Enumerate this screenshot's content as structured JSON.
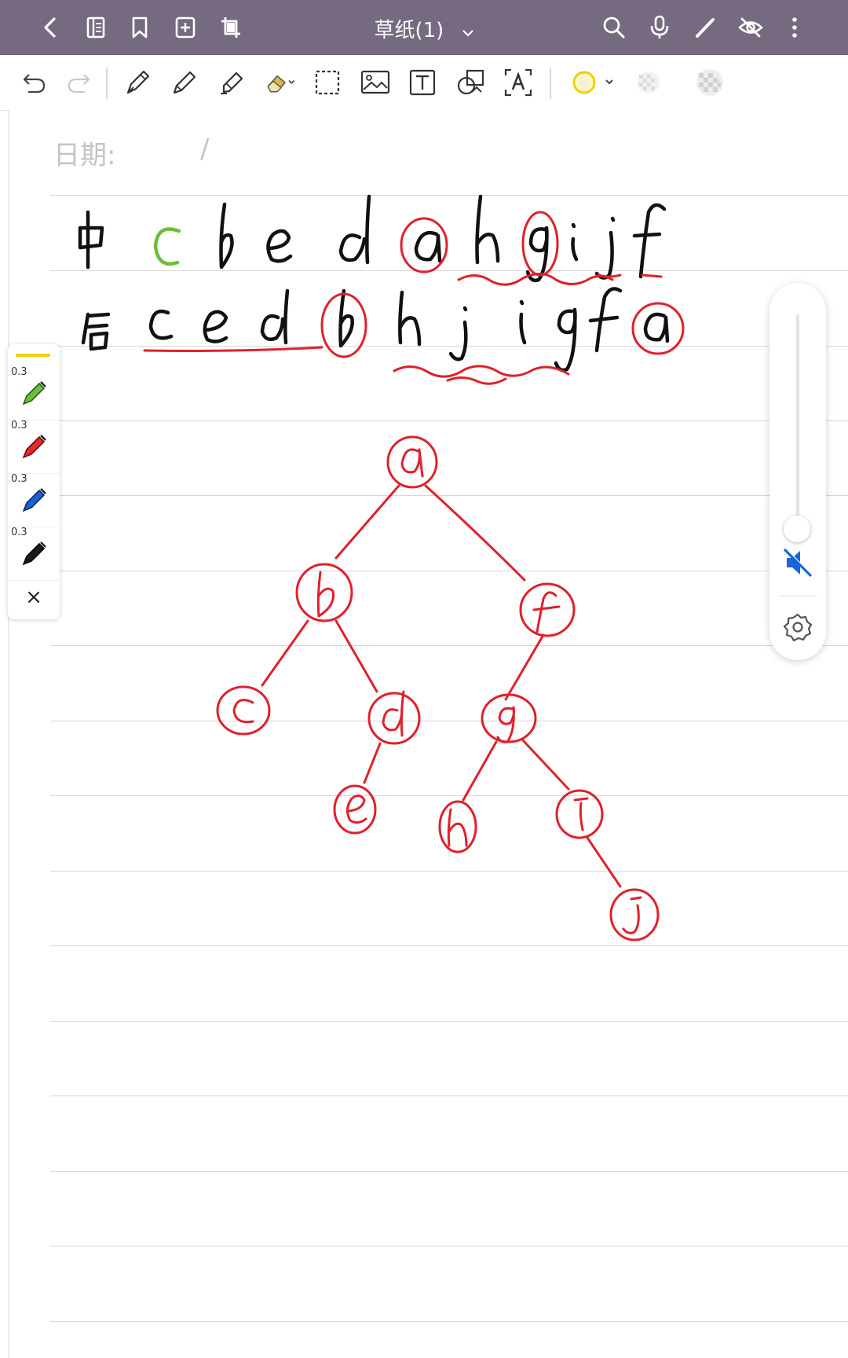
{
  "topbar": {
    "title": "草纸(1)",
    "icons": [
      "back-icon",
      "page-list-icon",
      "bookmark-icon",
      "add-page-icon",
      "crop-icon",
      "chevron-down-icon",
      "search-icon",
      "microphone-icon",
      "pen-icon",
      "hide-eye-icon",
      "more-icon"
    ]
  },
  "toolbar": {
    "icons": [
      "undo-icon",
      "redo-icon",
      "fountain-pen-icon",
      "pencil-icon",
      "highlighter-icon",
      "eraser-icon",
      "lasso-select-icon",
      "image-icon",
      "text-box-icon",
      "shape-icon",
      "text-recognition-icon",
      "color-picker-icon",
      "checker-icon"
    ]
  },
  "page": {
    "date_label": "日期:",
    "date_separator": "/"
  },
  "pen_panel": {
    "pens": [
      {
        "size": "0.3",
        "color": "#6bbf3a"
      },
      {
        "size": "0.3",
        "color": "#e02b2b"
      },
      {
        "size": "0.3",
        "color": "#1c5fd6"
      },
      {
        "size": "0.3",
        "color": "#1a1a1a"
      }
    ],
    "close_label": "×"
  },
  "colors": {
    "topbar_bg": "#756a80",
    "ink_black": "#111111",
    "ink_red": "#e0202c",
    "ink_green": "#6bbf3a",
    "ruled_line": "#d7d7d7",
    "mute_blue": "#1a63d8"
  }
}
